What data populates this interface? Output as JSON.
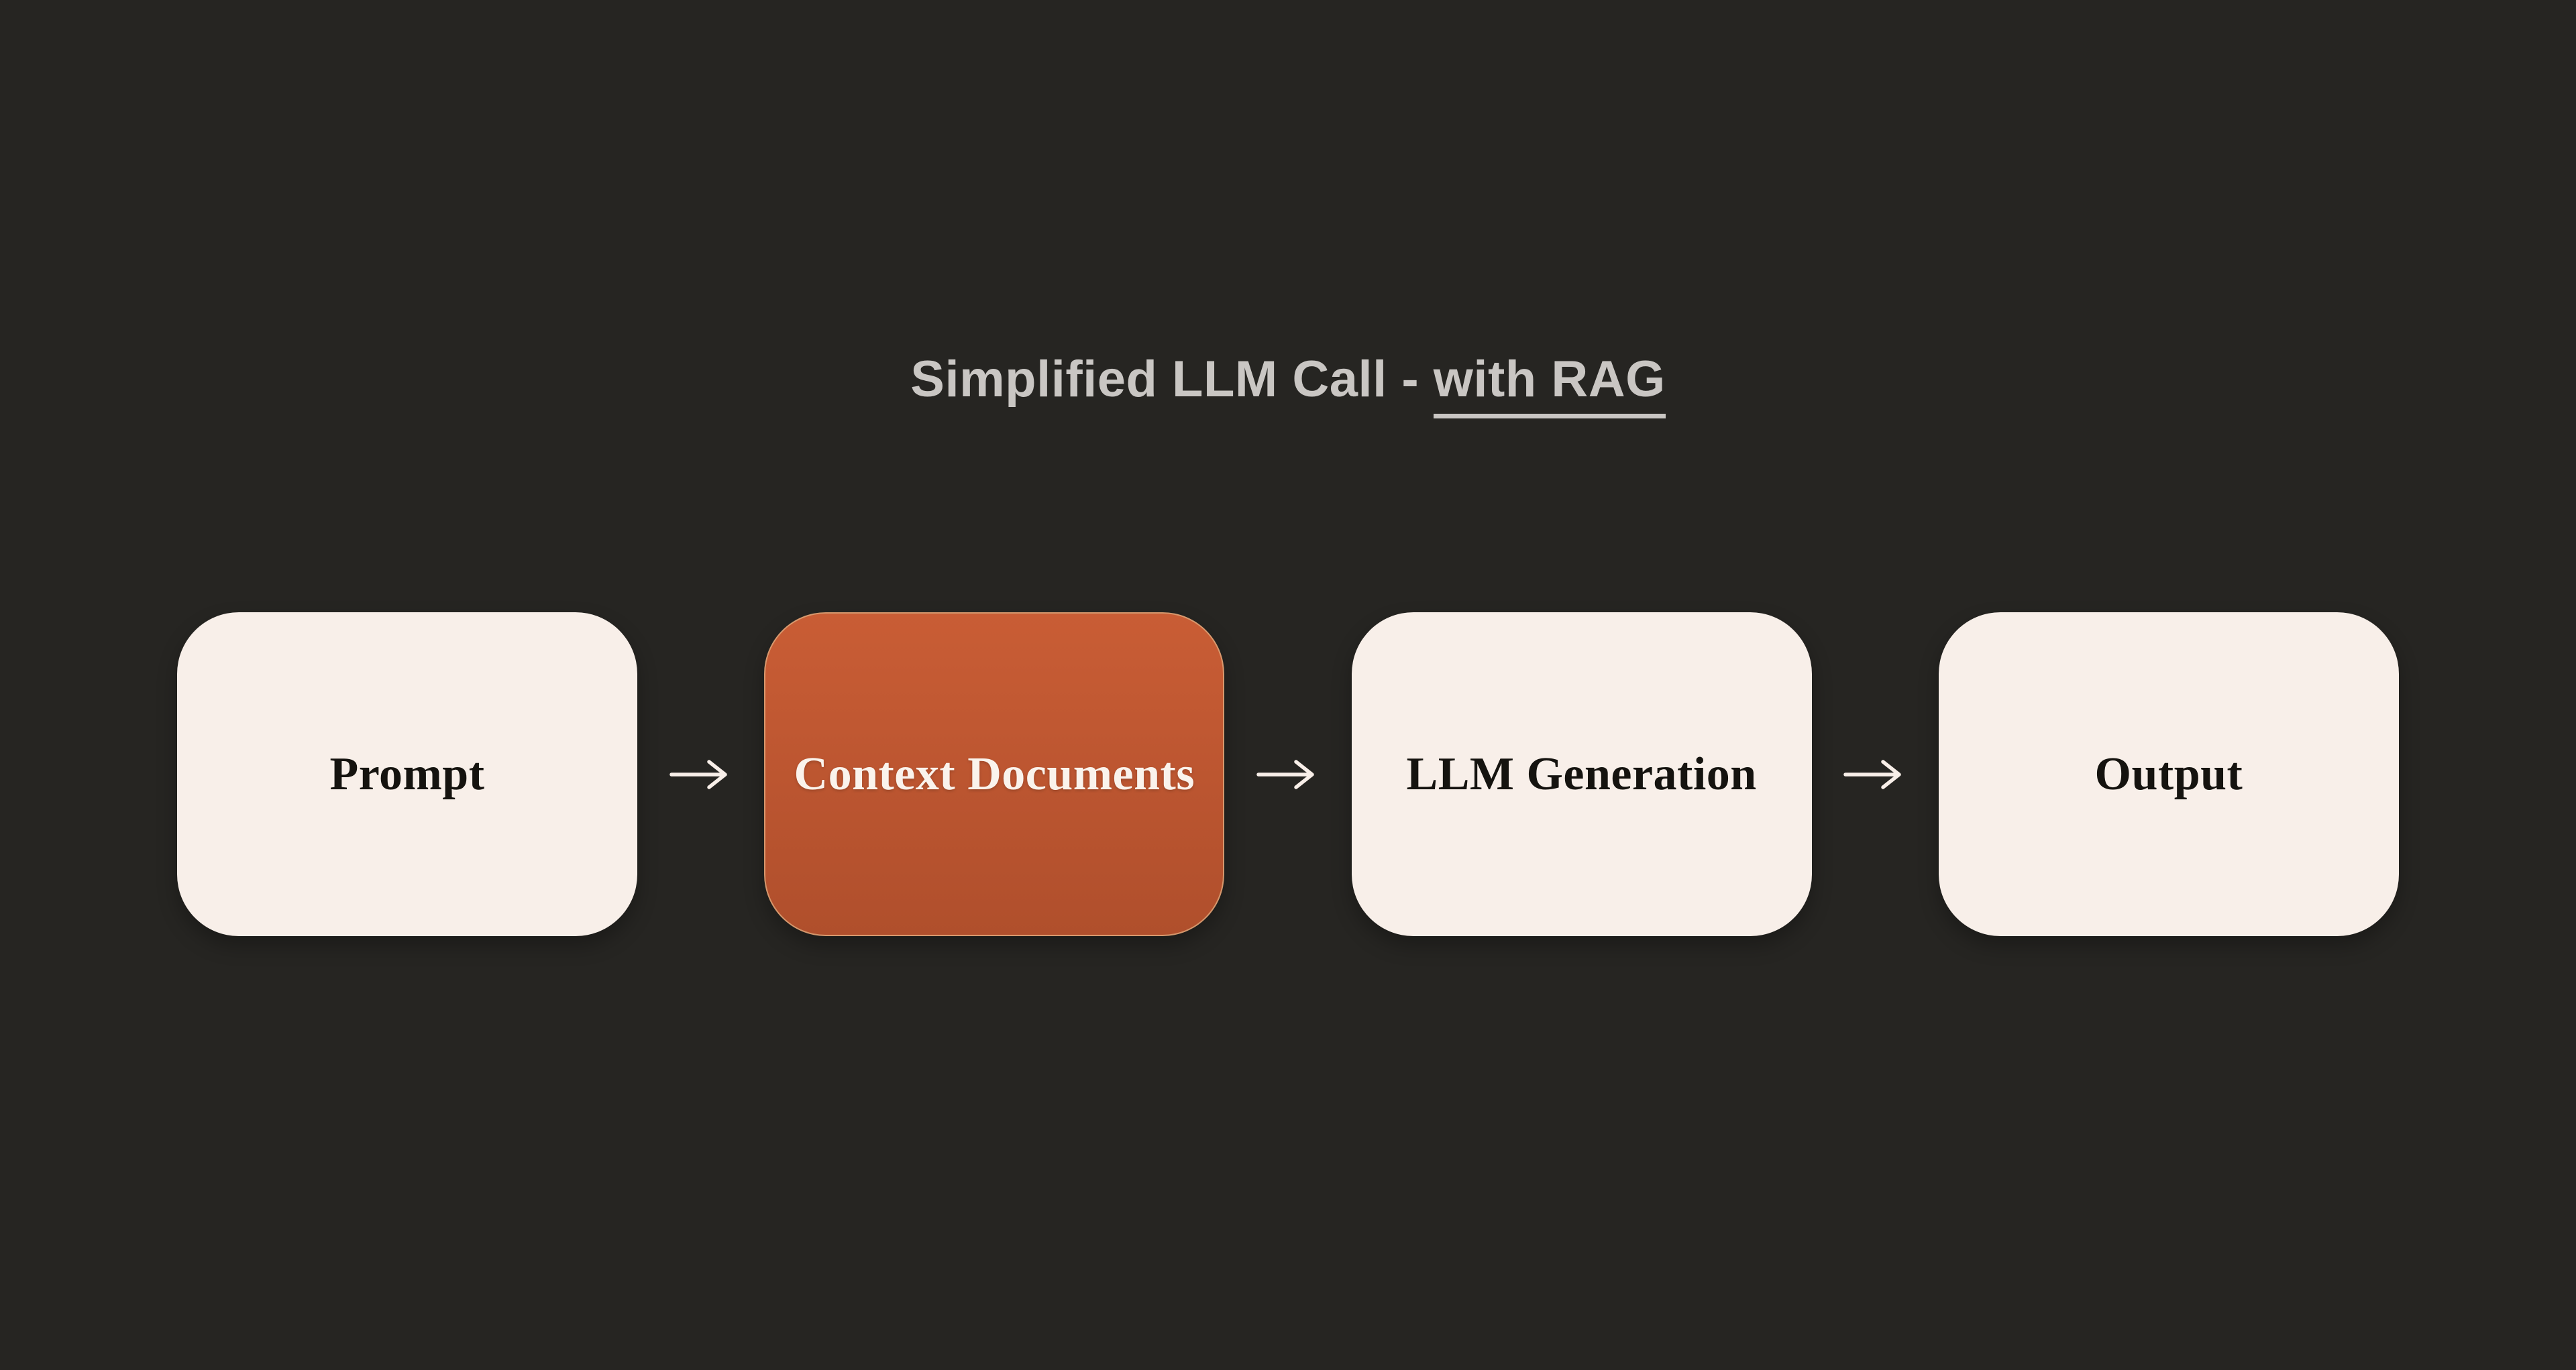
{
  "title": {
    "prefix": "Simplified LLM Call - ",
    "underlined": "with RAG"
  },
  "flow": {
    "nodes": [
      {
        "label": "Prompt",
        "variant": "cream"
      },
      {
        "label": "Context Documents",
        "variant": "orange"
      },
      {
        "label": "LLM Generation",
        "variant": "cream"
      },
      {
        "label": "Output",
        "variant": "cream"
      }
    ],
    "connector_count": 3
  },
  "icons": {
    "arrow_right": "→"
  },
  "colors": {
    "background": "#262522",
    "title_text": "#c9c6c3",
    "card_cream": "#f8efe9",
    "card_orange_top": "#c95d35",
    "card_orange_bottom": "#b04f2c",
    "card_orange_border": "#daa378",
    "label_dark": "#15130f",
    "label_light": "#faf3ec",
    "arrow": "#f8efe9"
  }
}
